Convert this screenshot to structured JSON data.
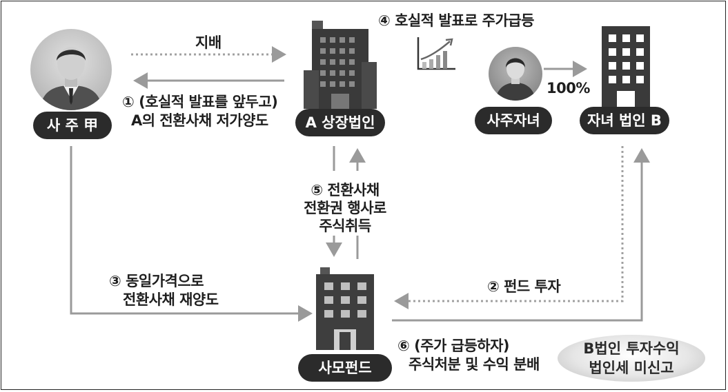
{
  "entities": {
    "owner_label": "사 주 甲",
    "company_a_label": "A 상장법인",
    "child_label": "사주자녀",
    "company_b_label": "자녀 법인 B",
    "fund_label": "사모펀드"
  },
  "flows": {
    "control": "지배",
    "step1_line1": "① (호실적 발표를 앞두고)",
    "step1_line2": "A의 전환사채 저가양도",
    "step2": "② 펀드 투자",
    "step3_line1": "③ 동일가격으로",
    "step3_line2": "전환사채 재양도",
    "step4": "④ 호실적 발표로 주가급등",
    "step5_line1": "⑤ 전환사채",
    "step5_line2": "전환권 행사로",
    "step5_line3": "주식취득",
    "step6_line1": "⑥ (주가 급등하자)",
    "step6_line2": "주식처분 및 수익 분배",
    "ownership": "100%"
  },
  "note": {
    "line1": "B법인 투자수익",
    "line2": "법인세 미신고"
  },
  "icons": {
    "owner": "businessman-avatar-icon",
    "company_a": "office-building-icon",
    "chart": "rising-chart-icon",
    "child": "young-man-avatar-icon",
    "company_b": "office-tower-icon",
    "fund": "fund-building-icon"
  },
  "colors": {
    "line": "#9a9a9a",
    "pill": "#2b2b2b",
    "building": "#3d3d3d"
  }
}
